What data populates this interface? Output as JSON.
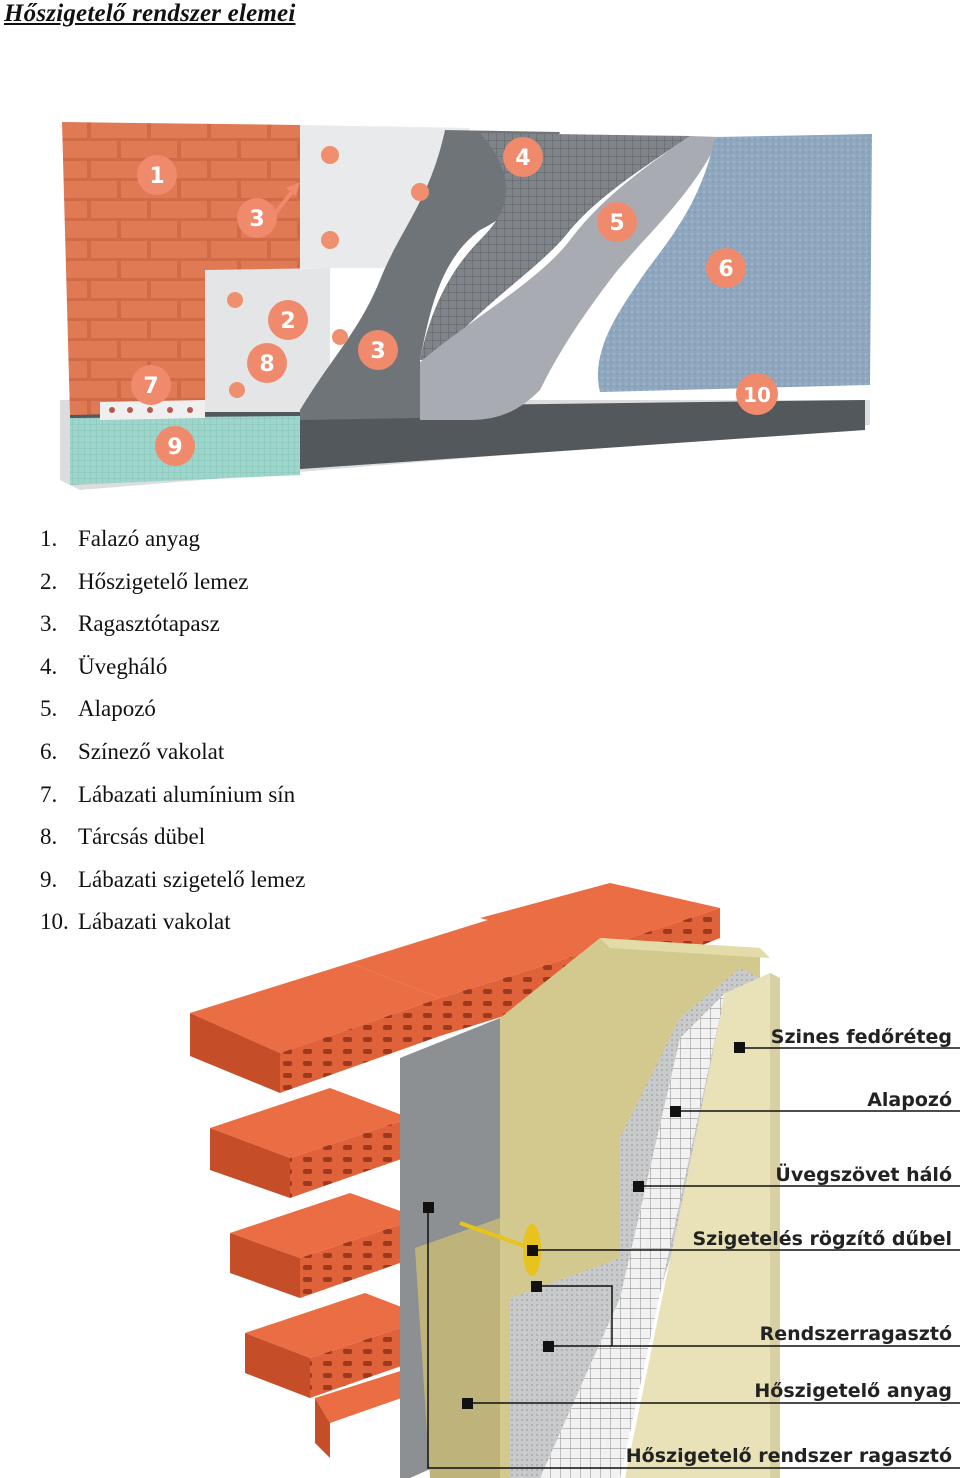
{
  "title": "Hőszigetelő rendszer elemei",
  "figure1": {
    "badges": [
      "1",
      "3",
      "4",
      "5",
      "6",
      "2",
      "8",
      "3",
      "7",
      "9",
      "10"
    ]
  },
  "legend": [
    {
      "num": "1.",
      "text": "Falazó anyag"
    },
    {
      "num": "2.",
      "text": "Hőszigetelő lemez"
    },
    {
      "num": "3.",
      "text": "Ragasztótapasz"
    },
    {
      "num": "4.",
      "text": "Üvegháló"
    },
    {
      "num": "5.",
      "text": "Alapozó"
    },
    {
      "num": "6.",
      "text": "Színező vakolat"
    },
    {
      "num": "7.",
      "text": "Lábazati alumínium sín"
    },
    {
      "num": "8.",
      "text": "Tárcsás dübel"
    },
    {
      "num": "9.",
      "text": "Lábazati szigetelő lemez"
    },
    {
      "num": "10.",
      "text": "Lábazati vakolat"
    }
  ],
  "figure2": {
    "labels": [
      "Szines fedőréteg",
      "Alapozó",
      "Üvegszövet háló",
      "Szigetelés rögzítő dűbel",
      "Rendszerragasztó",
      "Hőszigetelő anyag",
      "Hőszigetelő rendszer ragasztó"
    ]
  },
  "colors": {
    "brick": "#d9653b",
    "badge": "#f08a6c",
    "insulation": "#e6e7e4",
    "adhesive_dark": "#6e7378",
    "primer": "#a9adb3",
    "render_blue": "#8fa8c0",
    "mineral_wool": "#d8d19e"
  }
}
